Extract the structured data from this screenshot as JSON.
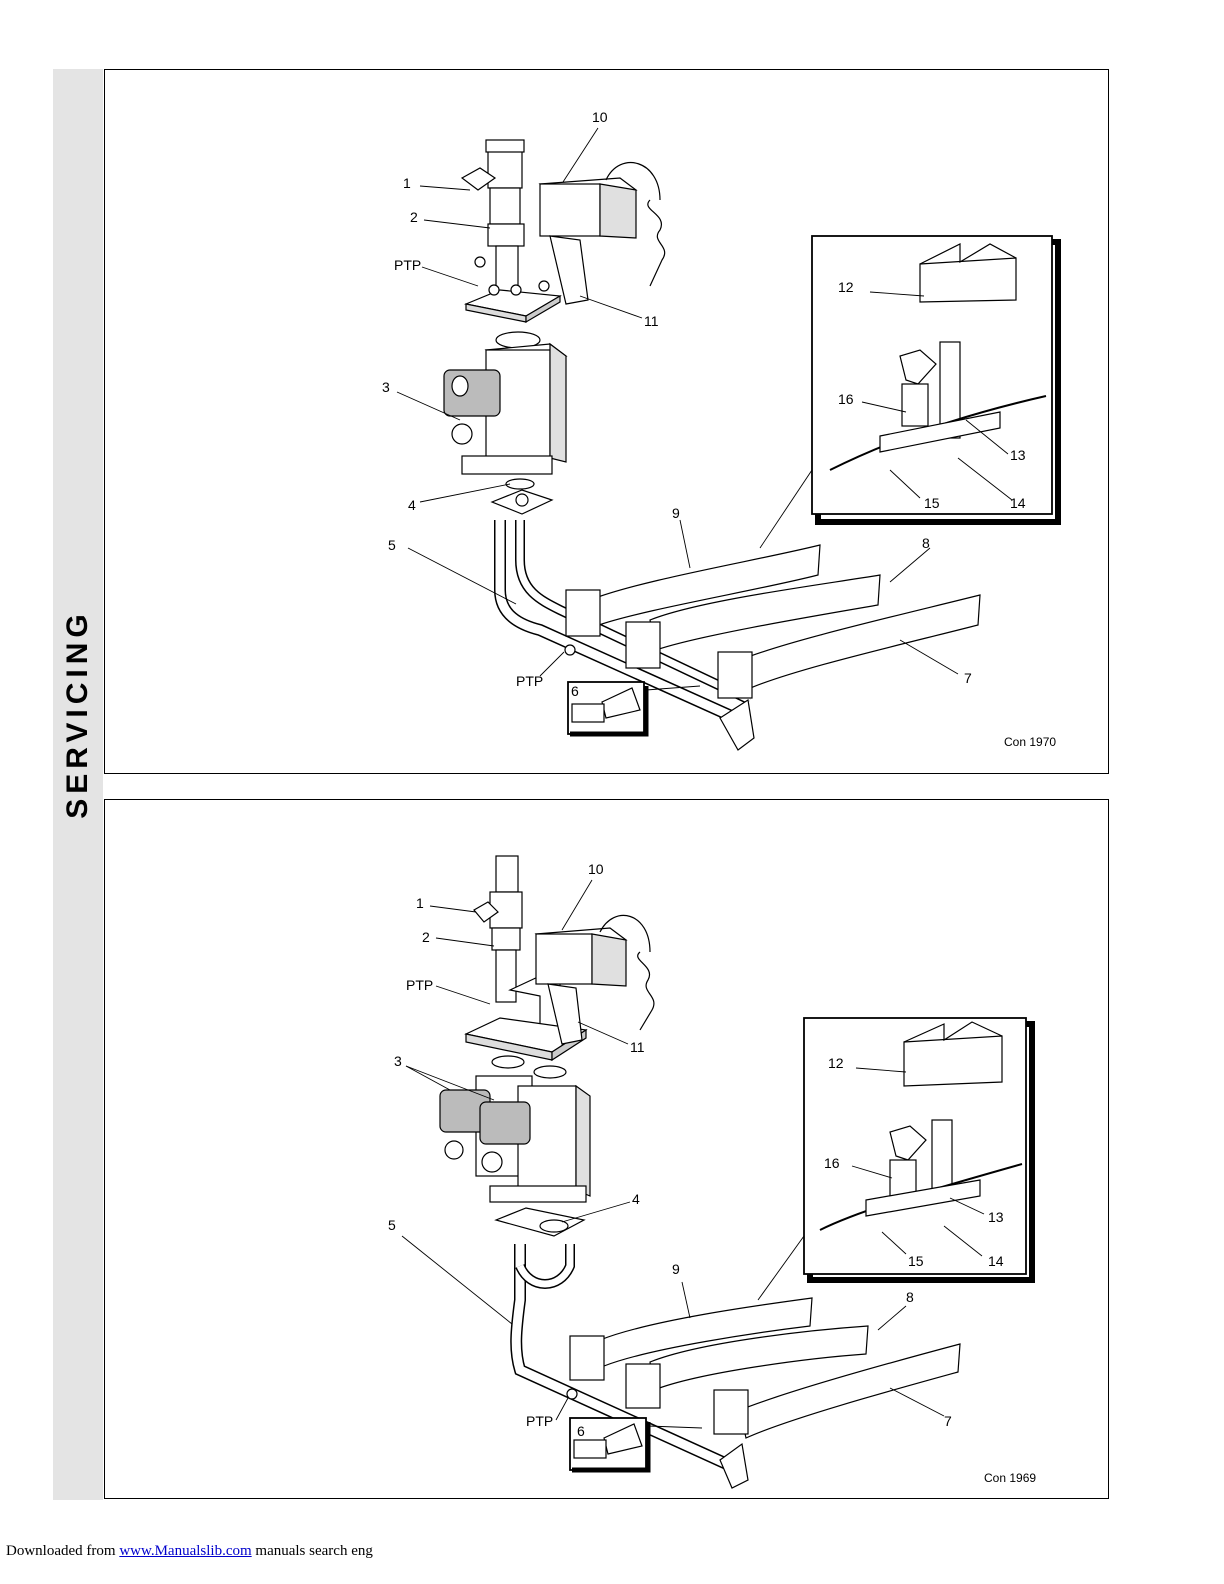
{
  "side_label": "SERVICING",
  "diagram_top": {
    "callouts": [
      "1",
      "2",
      "PTP",
      "10",
      "11",
      "3",
      "4",
      "5",
      "9",
      "8",
      "7",
      "6",
      "PTP",
      "12",
      "16",
      "13",
      "14",
      "15"
    ],
    "ref": "Con 1970"
  },
  "diagram_bottom": {
    "callouts": [
      "1",
      "2",
      "PTP",
      "10",
      "11",
      "3",
      "4",
      "5",
      "9",
      "8",
      "7",
      "6",
      "PTP",
      "12",
      "16",
      "13",
      "14",
      "15"
    ],
    "ref": "Con 1969"
  },
  "footer": {
    "prefix": "Downloaded from ",
    "link": "www.Manualslib.com",
    "suffix": " manuals search eng"
  }
}
